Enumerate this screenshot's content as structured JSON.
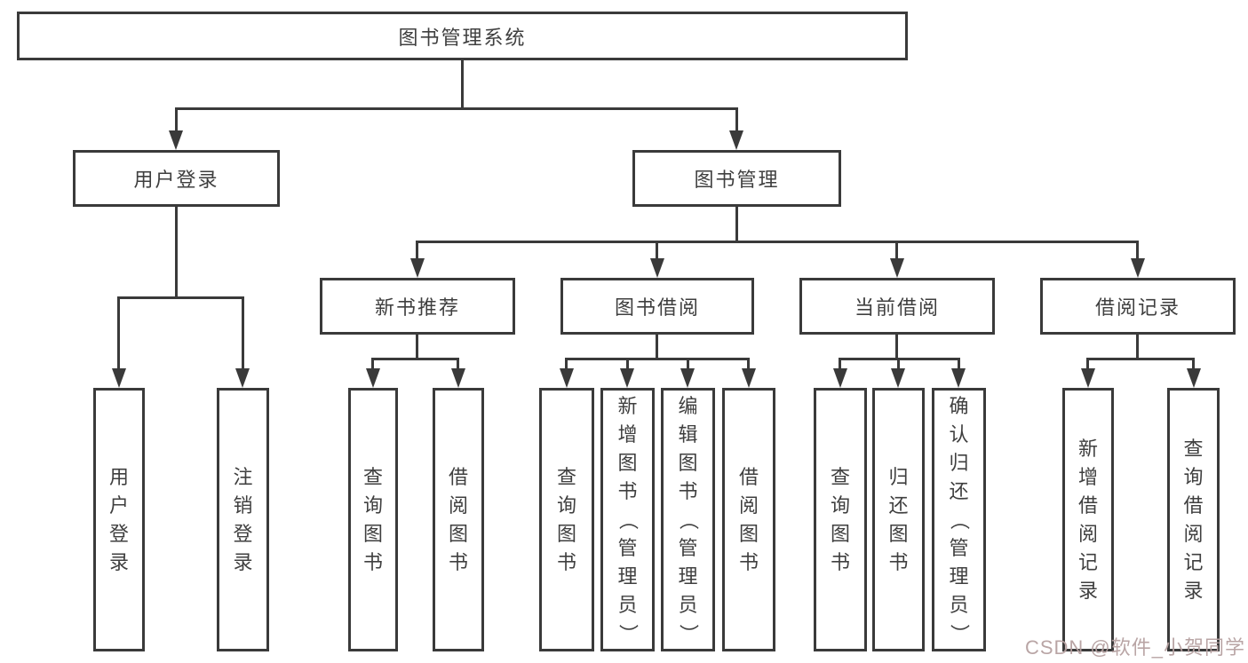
{
  "diagram": {
    "title": "图书管理系统",
    "branches": [
      {
        "label": "用户登录",
        "children": [
          {
            "label": "用户登录"
          },
          {
            "label": "注销登录"
          }
        ]
      },
      {
        "label": "图书管理",
        "children": [
          {
            "label": "新书推荐",
            "children": [
              {
                "label": "查询图书"
              },
              {
                "label": "借阅图书"
              }
            ]
          },
          {
            "label": "图书借阅",
            "children": [
              {
                "label": "查询图书"
              },
              {
                "label": "新增图书（管理员）"
              },
              {
                "label": "编辑图书（管理员）"
              },
              {
                "label": "借阅图书"
              }
            ]
          },
          {
            "label": "当前借阅",
            "children": [
              {
                "label": "查询图书"
              },
              {
                "label": "归还图书"
              },
              {
                "label": "确认归还（管理员）"
              }
            ]
          },
          {
            "label": "借阅记录",
            "children": [
              {
                "label": "新增借阅记录"
              },
              {
                "label": "查询借阅记录"
              }
            ]
          }
        ]
      }
    ]
  },
  "watermark": {
    "text": "CSDN @软件_小贺同学"
  },
  "colors": {
    "line": "#3a3a3a",
    "text": "#3f3f3f",
    "background": "#ffffff",
    "watermark": "#b5a0a0"
  }
}
